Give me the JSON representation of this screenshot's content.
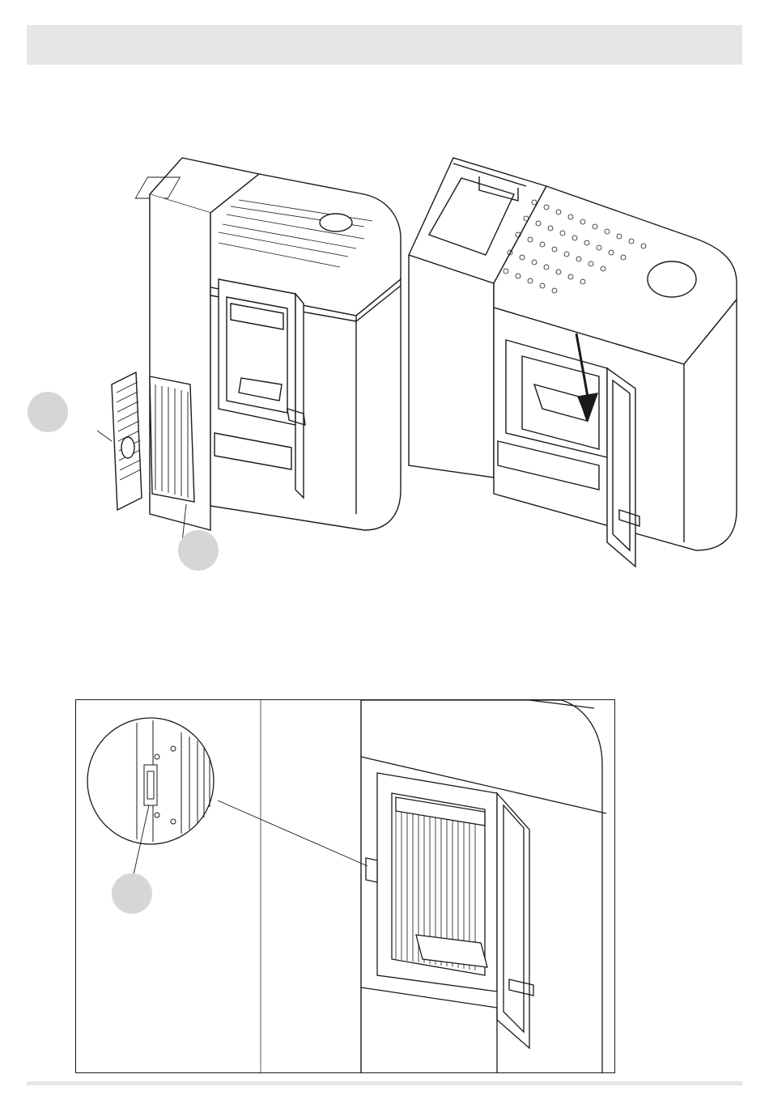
{
  "colors": {
    "band": "#e6e6e6",
    "callout": "#d6d6d6",
    "line": "#1a1a1a"
  },
  "figures": {
    "left": {
      "icon": "pellet-stove-side-panels-removed-illustration"
    },
    "right": {
      "icon": "pellet-stove-door-open-arrow-illustration"
    },
    "detail": {
      "icon": "pellet-stove-door-switch-detail-illustration"
    }
  },
  "callouts": [
    {
      "icon": "callout-circle"
    },
    {
      "icon": "callout-circle"
    },
    {
      "icon": "callout-circle"
    }
  ]
}
